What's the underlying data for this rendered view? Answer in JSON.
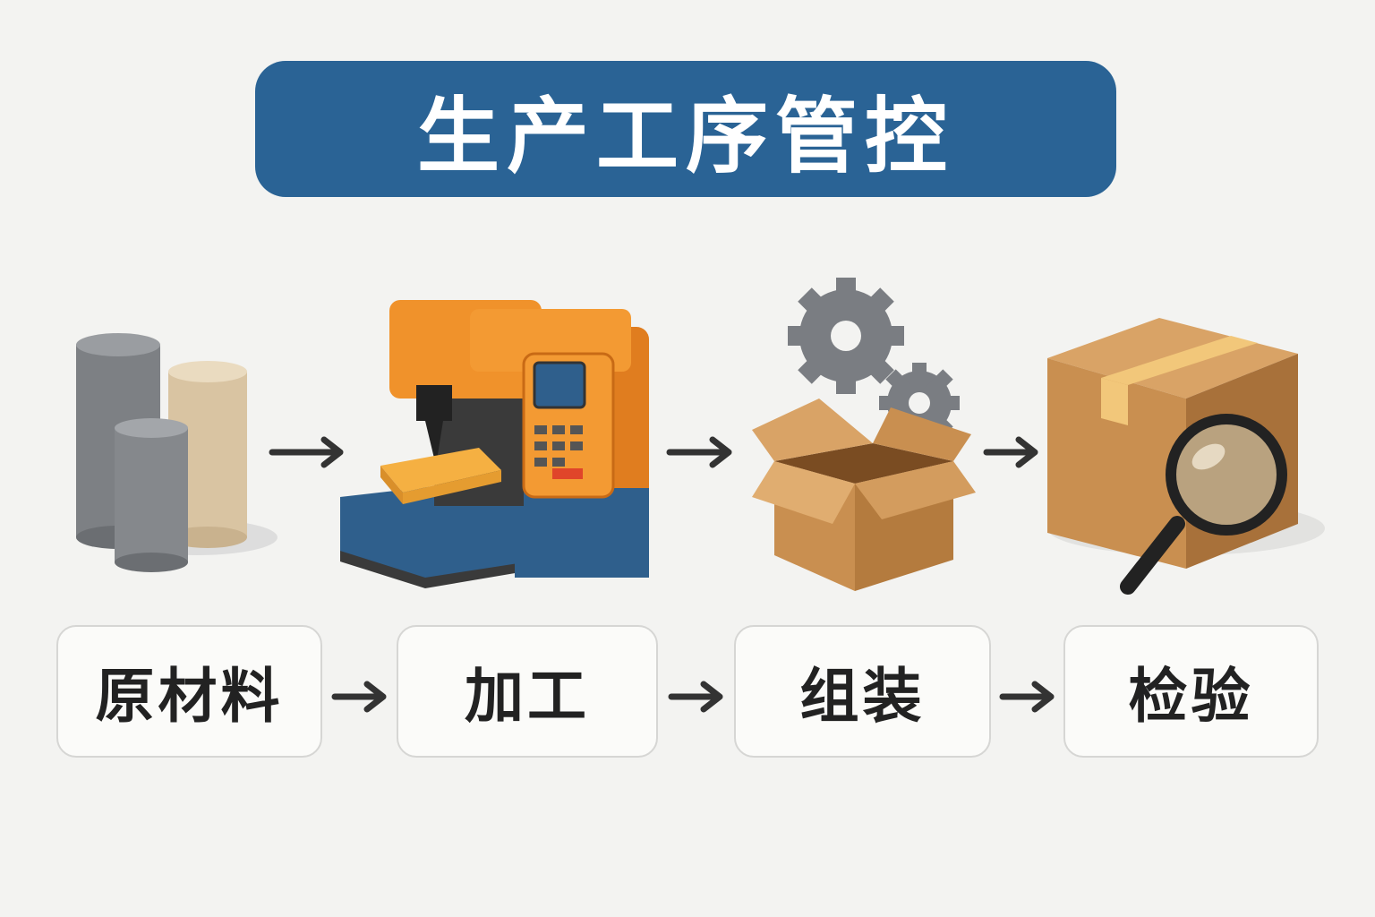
{
  "title": "生产工序管控",
  "steps": [
    {
      "label": "原材料",
      "icon": "raw-materials-icon"
    },
    {
      "label": "加工",
      "icon": "cnc-machine-icon"
    },
    {
      "label": "组装",
      "icon": "assembly-box-icon"
    },
    {
      "label": "检验",
      "icon": "inspection-icon"
    }
  ],
  "colors": {
    "banner": "#2a6395",
    "background": "#f3f3f1",
    "orange": "#f0922b",
    "blue": "#2f5f8c",
    "cardboard": "#c98f50"
  }
}
